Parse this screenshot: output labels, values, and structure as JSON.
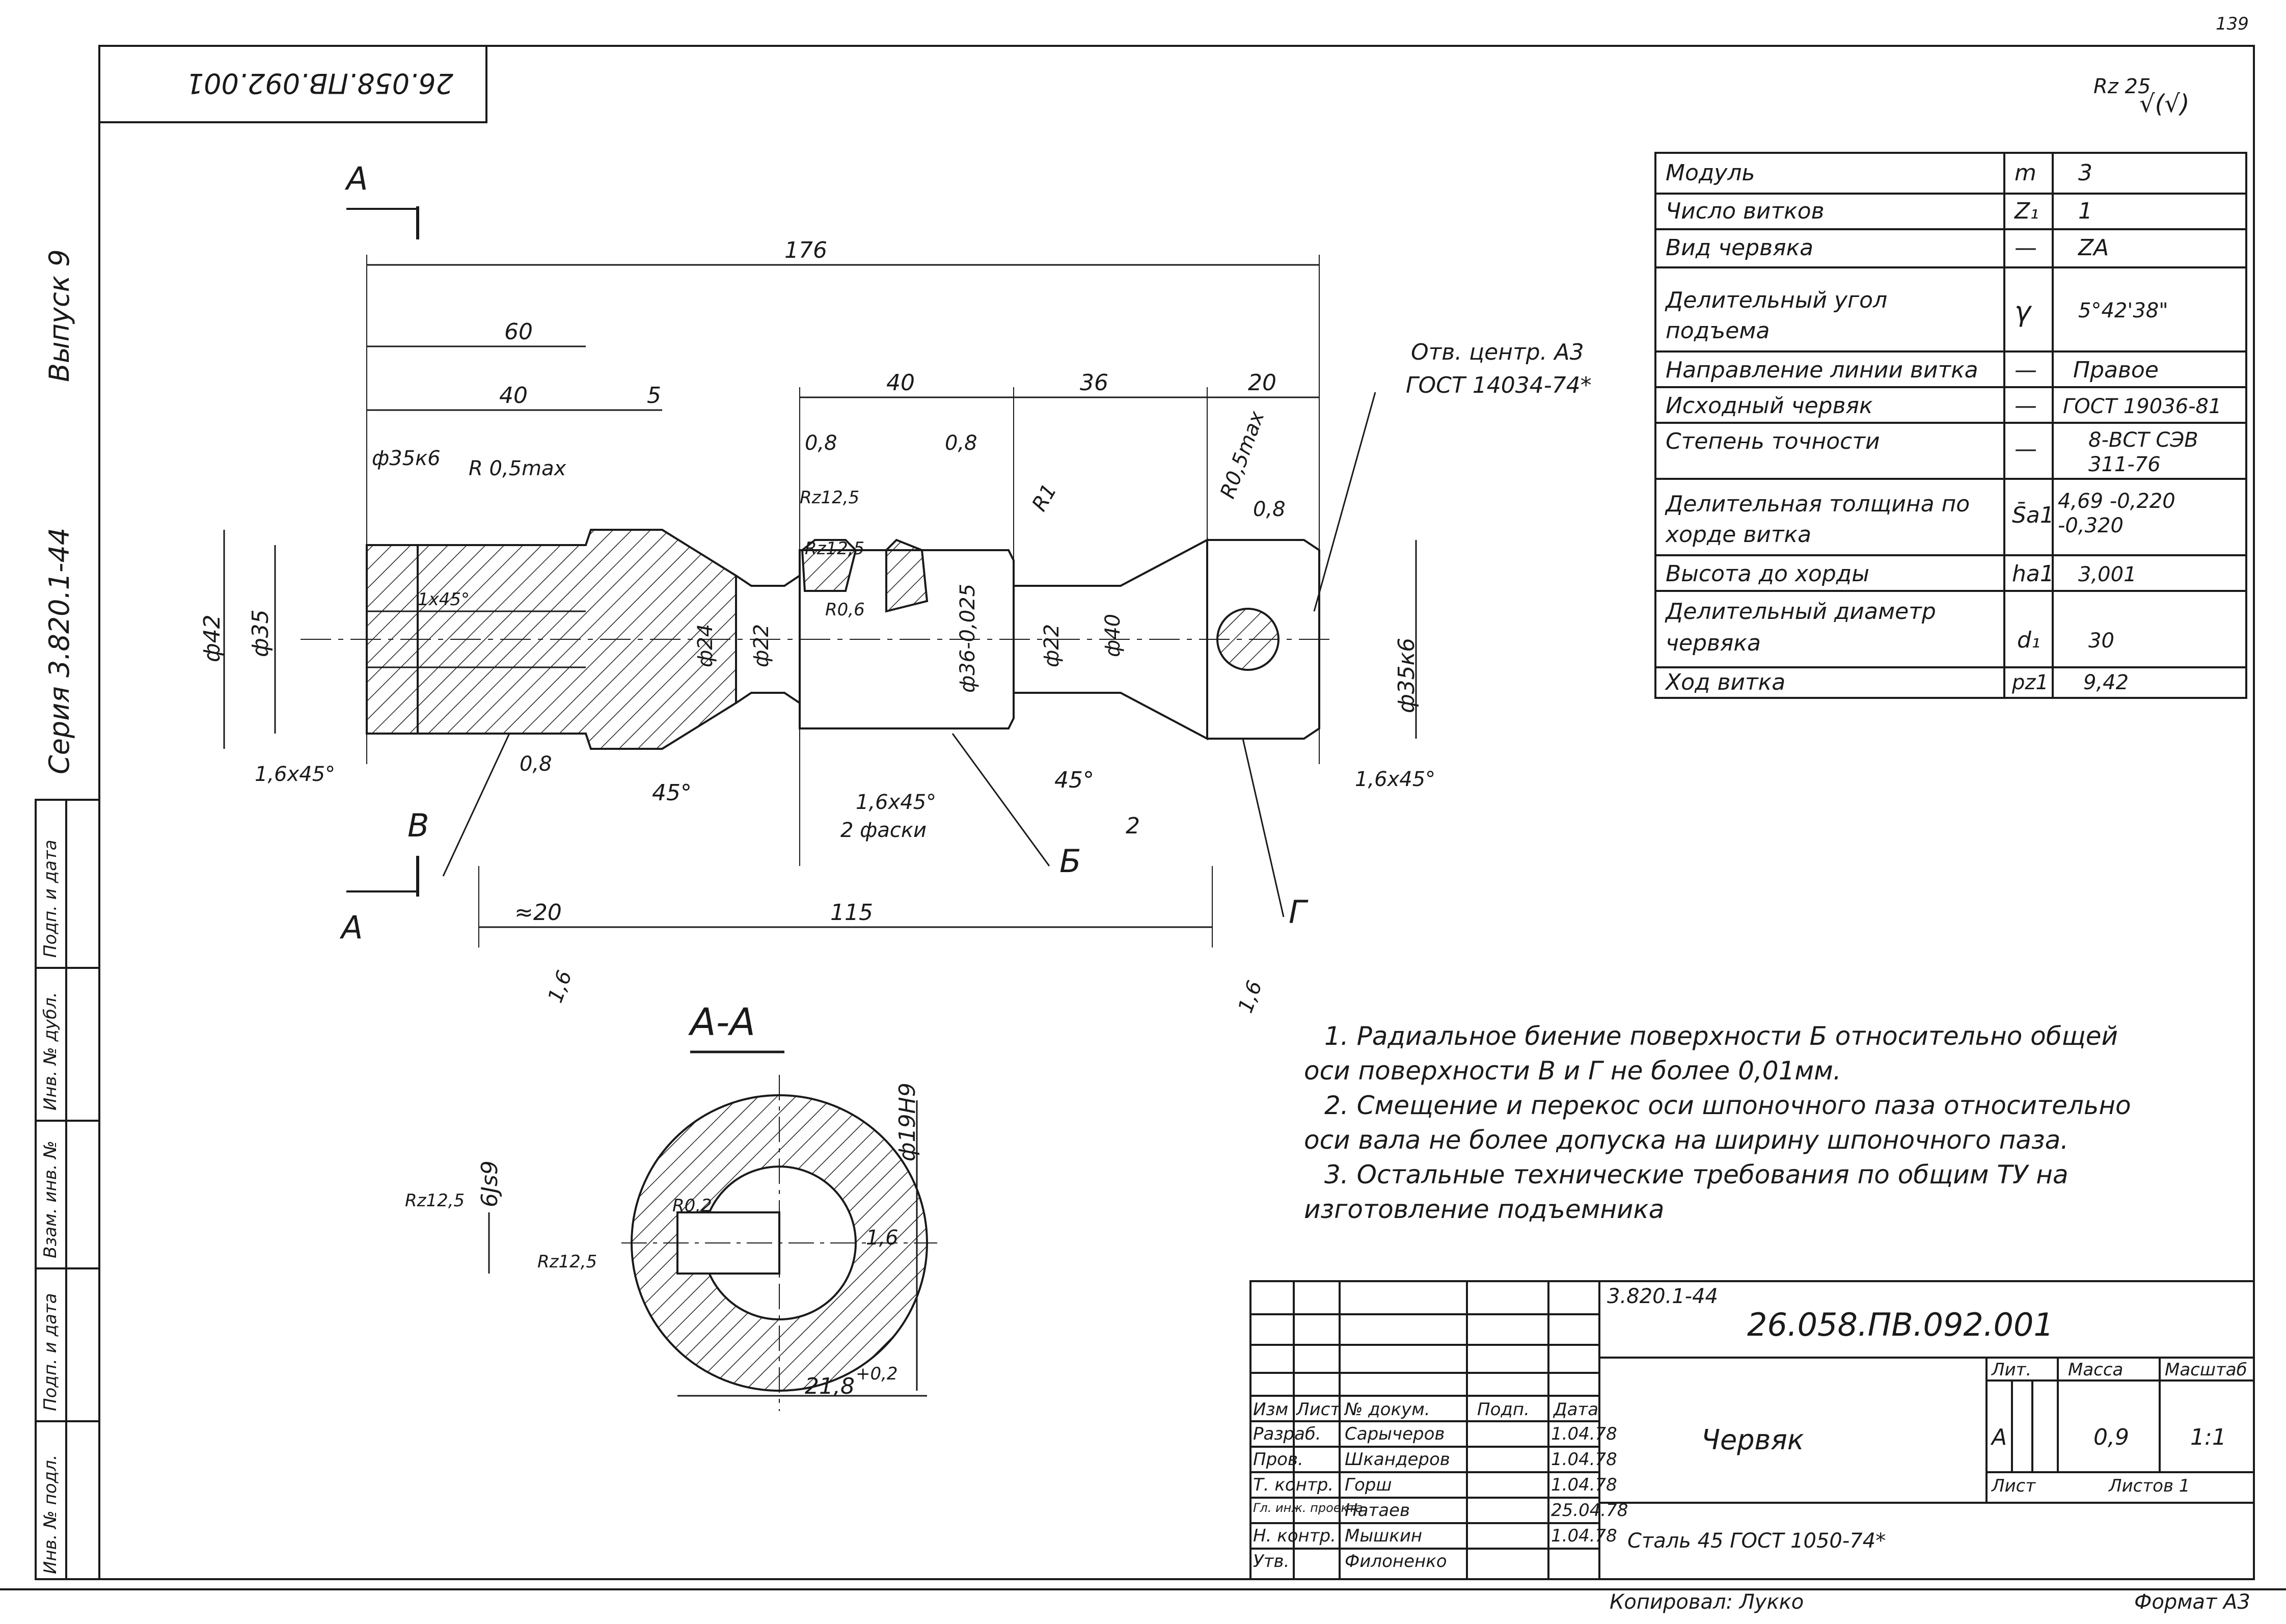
{
  "doc": {
    "sheet_number": "139",
    "top_stamp": "26.058.ПВ.092.001",
    "series": "Серия 3.820.1-44",
    "issue": "Выпуск 9",
    "roughness_general": "Rz 25",
    "copied_by": "Копировал: Лукко",
    "format": "Формат А3"
  },
  "left_strip": {
    "labels": [
      "Подп. и дата",
      "Инв. № дубл.",
      "Взам. инв. №",
      "Подп. и дата",
      "Инв. № подл."
    ]
  },
  "params": {
    "rows": [
      {
        "name": "Модуль",
        "sym": "m",
        "val": "3"
      },
      {
        "name": "Число витков",
        "sym": "Z₁",
        "val": "1"
      },
      {
        "name": "Вид червяка",
        "sym": "—",
        "val": "ZA"
      },
      {
        "name": "Делительный угол подъема",
        "sym": "γ",
        "val": "5°42'38\""
      },
      {
        "name": "Направление линии витка",
        "sym": "—",
        "val": "Правое"
      },
      {
        "name": "Исходный червяк",
        "sym": "—",
        "val": "ГОСТ 19036-81"
      },
      {
        "name": "Степень точности",
        "sym": "—",
        "val": "8-ВСТ СЭВ 311-76"
      },
      {
        "name": "Делительная толщина по хорде витка",
        "sym": "S̄a1",
        "val": "4,69 -0,220 -0,320"
      },
      {
        "name": "Высота до хорды",
        "sym": "ha1",
        "val": "3,001"
      },
      {
        "name": "Делительный диаметр червяка",
        "sym": "d₁",
        "val": "30"
      },
      {
        "name": "Ход витка",
        "sym": "pz1",
        "val": "9,42"
      }
    ]
  },
  "dims": {
    "d176": "176",
    "d60": "60",
    "d40a": "40",
    "d5": "5",
    "d40b": "40",
    "d36": "36",
    "d20": "20",
    "center_hole_1": "Отв. центр. А3",
    "center_hole_2": "ГОСТ 14034-74*",
    "r05max_a": "R 0,5max",
    "r05max_b": "R0,5max",
    "d35k6_a": "ф35к6",
    "d35k6_b": "ф35к6",
    "d42": "ф42",
    "d35": "ф35",
    "d24": "ф24",
    "d22a": "ф22",
    "d22b": "ф22",
    "d36_025": "ф36-0,025",
    "d40": "ф40",
    "chamfer_1x45": "1x45°",
    "r1": "R1",
    "r06": "R0,6",
    "rz125": "Rz12,5",
    "rz125b": "Rz12,5",
    "rough08a": "0,8",
    "rough08b": "0,8",
    "rough08c": "0,8",
    "rough08d": "0,8",
    "ch16a": "1,6х45°",
    "ch16b": "1,6х45°",
    "ch16c": "1,6х45°",
    "two_chamfers": "2 фаски",
    "a45a": "45°",
    "a45b": "45°",
    "d2": "2",
    "d20b": "≈20",
    "d115": "115",
    "r16a": "1,6",
    "r16b": "1,6",
    "lblA1": "А",
    "lblA2": "А",
    "lblB": "В",
    "lblBe": "Б",
    "lblG": "Г"
  },
  "section": {
    "title": "А-А",
    "d19h9": "ф19Н9",
    "w6js9": "6Js9",
    "rz125a": "Rz12,5",
    "rz125b": "Rz12,5",
    "r02": "R0,2",
    "rough16": "1,6",
    "dim218": "21,8",
    "tol02": "+0,2"
  },
  "notes": [
    "1. Радиальное биение поверхности Б относительно общей",
    "оси поверхности  В и Г  не более  0,01мм.",
    "2. Смещение и перекос оси шпоночного паза относительно",
    "оси вала не более допуска  на ширину шпоночного паза.",
    "3. Остальные технические требования по общим ТУ на",
    "изготовление подъемника"
  ],
  "title_block": {
    "series_code": "3.820.1-44",
    "designation": "26.058.ПВ.092.001",
    "part_name": "Червяк",
    "material": "Сталь 45 ГОСТ 1050-74*",
    "lit_label": "Лит.",
    "mass_label": "Масса",
    "scale_label": "Масштаб",
    "lit_value": "А",
    "mass_value": "0,9",
    "scale_value": "1:1",
    "sheet_label": "Лист",
    "sheets_label": "Листов 1",
    "head": [
      "Изм",
      "Лист",
      "№ докум.",
      "Подп.",
      "Дата"
    ],
    "roles": [
      {
        "role": "Разраб.",
        "name": "Сарычеров",
        "date": "1.04.78"
      },
      {
        "role": "Пров.",
        "name": "Шкандеров",
        "date": "1.04.78"
      },
      {
        "role": "Т. контр.",
        "name": "Горш",
        "date": "1.04.78"
      },
      {
        "role": "Гл. инж. проекта",
        "name": "Натаев",
        "date": "25.04.78"
      },
      {
        "role": "Н. контр.",
        "name": "Мышкин",
        "date": "1.04.78"
      },
      {
        "role": "Утв.",
        "name": "Филоненко",
        "date": ""
      }
    ]
  }
}
